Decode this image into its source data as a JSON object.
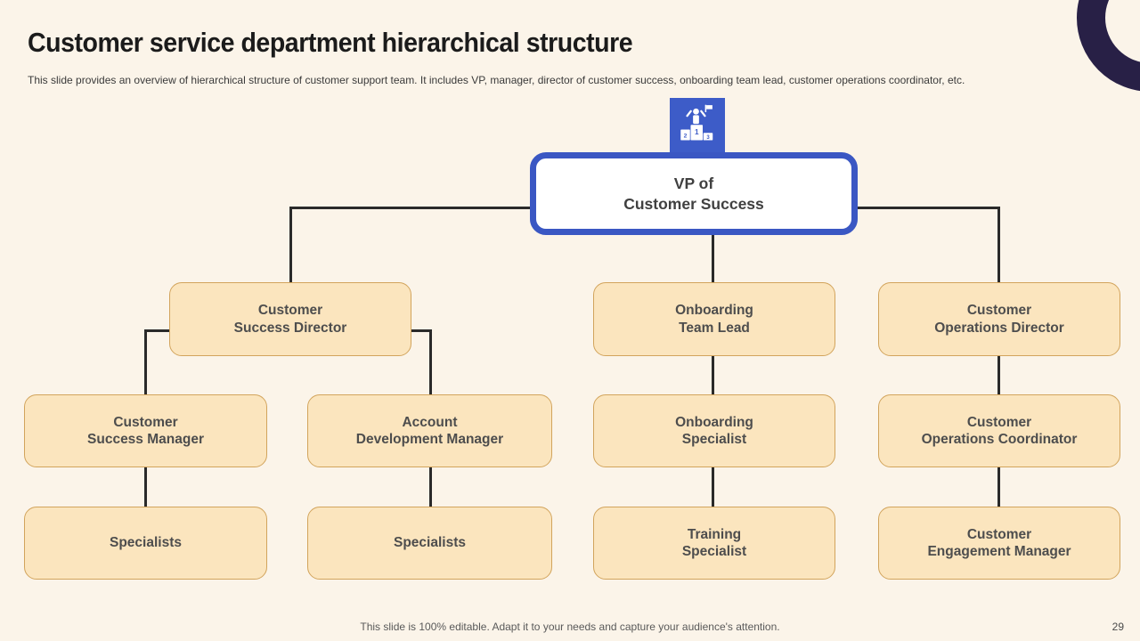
{
  "slide": {
    "title": "Customer service department hierarchical structure",
    "subtitle": "This slide provides an overview of hierarchical structure of customer support team. It includes VP, manager, director of customer success, onboarding team lead, customer operations coordinator, etc.",
    "footer_note": "This slide is 100% editable. Adapt it to your needs and capture your audience's attention.",
    "page_number": "29"
  },
  "colors": {
    "background": "#FBF4E9",
    "accent_blue": "#3A57C3",
    "icon_blue": "#3D5CC8",
    "node_fill": "#FBE5BE",
    "node_border": "#D2A45C",
    "connector": "#2A2A2A",
    "corner_ring": "#282046"
  },
  "org_chart": {
    "icon": "winner-podium-icon",
    "root": {
      "label": "VP of\nCustomer Success"
    },
    "level2": [
      {
        "label": "Customer\nSuccess Director"
      },
      {
        "label": "Onboarding\nTeam Lead"
      },
      {
        "label": "Customer\nOperations Director"
      }
    ],
    "level3": [
      {
        "label": "Customer\nSuccess Manager"
      },
      {
        "label": "Account\nDevelopment Manager"
      },
      {
        "label": "Onboarding\nSpecialist"
      },
      {
        "label": "Customer\nOperations Coordinator"
      }
    ],
    "level4": [
      {
        "label": "Specialists"
      },
      {
        "label": "Specialists"
      },
      {
        "label": "Training\nSpecialist"
      },
      {
        "label": "Customer\nEngagement Manager"
      }
    ]
  }
}
